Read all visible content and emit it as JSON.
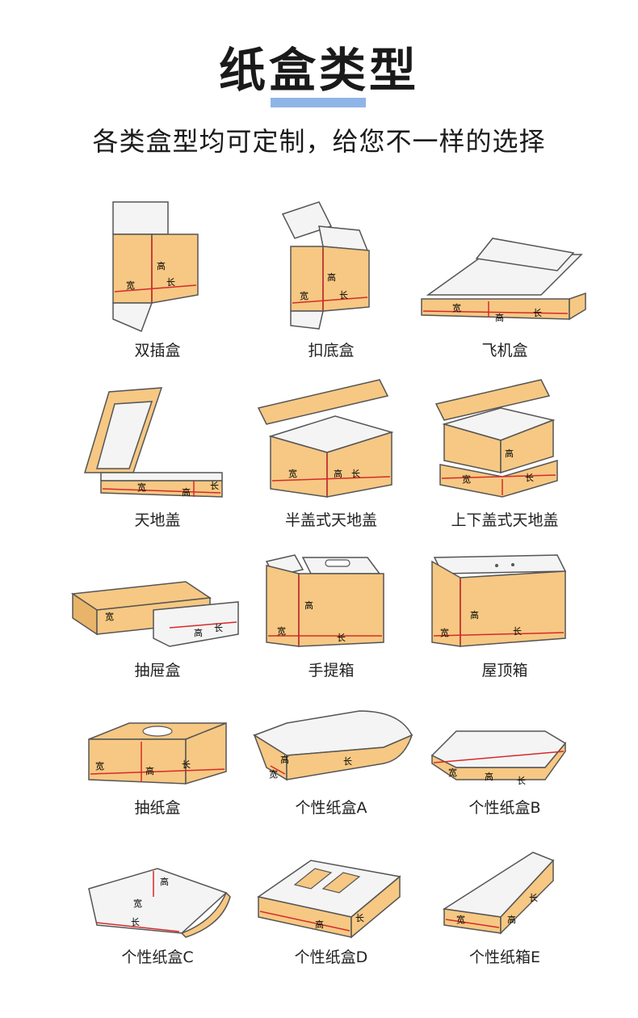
{
  "header": {
    "title": "纸盒类型",
    "subtitle": "各类盒型均可定制，给您不一样的选择",
    "accent_color": "#8fb5e8"
  },
  "colors": {
    "kraft": "#f6c883",
    "kraft_dark": "#e8b46a",
    "white_board": "#f4f4f4",
    "outline": "#555555",
    "dim_line": "#d62a2a"
  },
  "dimension_labels": {
    "width": "宽",
    "height": "高",
    "length": "长"
  },
  "boxes": [
    {
      "label": "双插盒"
    },
    {
      "label": "扣底盒"
    },
    {
      "label": "飞机盒"
    },
    {
      "label": "天地盖"
    },
    {
      "label": "半盖式天地盖"
    },
    {
      "label": "上下盖式天地盖"
    },
    {
      "label": "抽屉盒"
    },
    {
      "label": "手提箱"
    },
    {
      "label": "屋顶箱"
    },
    {
      "label": "抽纸盒"
    },
    {
      "label": "个性纸盒A"
    },
    {
      "label": "个性纸盒B"
    },
    {
      "label": "个性纸盒C"
    },
    {
      "label": "个性纸盒D"
    },
    {
      "label": "个性纸箱E"
    }
  ]
}
